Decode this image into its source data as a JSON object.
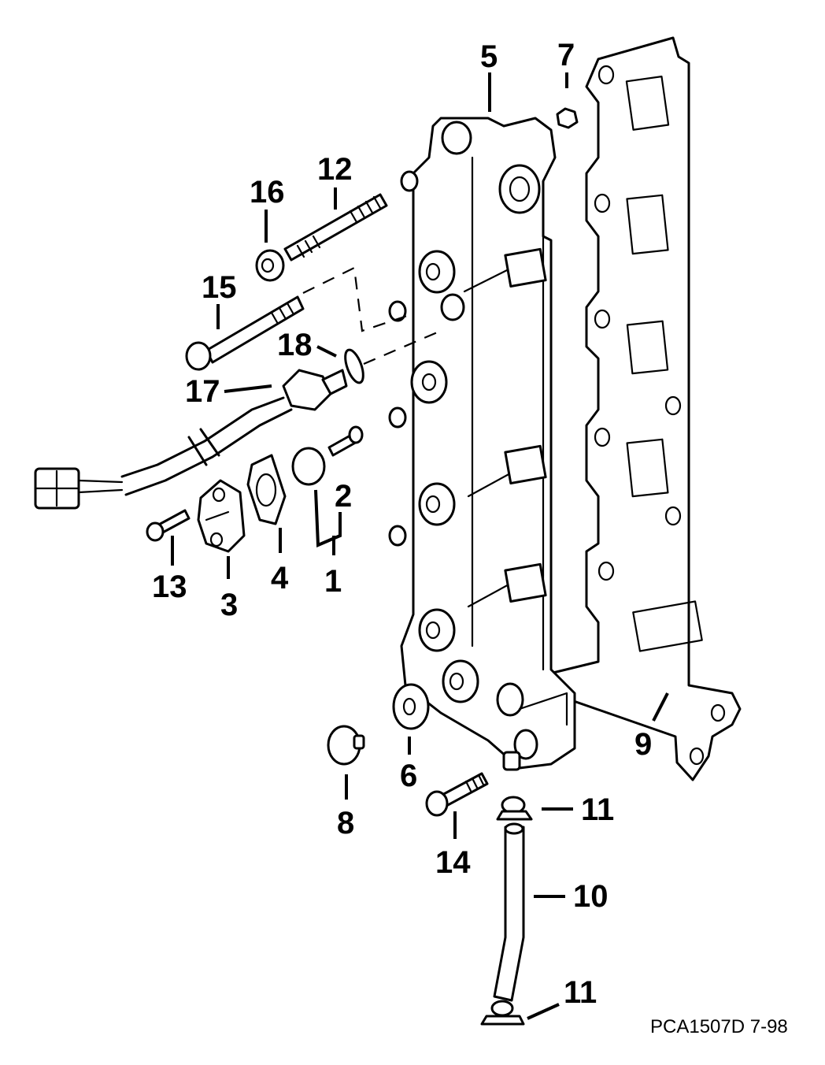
{
  "diagram": {
    "type": "exploded-parts-diagram",
    "subject": "exhaust cover / manifold assembly with sensor",
    "reference_code": "PCA1507D  7-98",
    "callouts": {
      "c1": "1",
      "c2": "2",
      "c3": "3",
      "c4": "4",
      "c5": "5",
      "c6": "6",
      "c7": "7",
      "c8": "8",
      "c9": "9",
      "c10": "10",
      "c11a": "11",
      "c11b": "11",
      "c12": "12",
      "c13": "13",
      "c14": "14",
      "c15": "15",
      "c16": "16",
      "c17": "17",
      "c18": "18"
    },
    "parts": [
      {
        "number": "1",
        "description": "grommet / bracket group (grouped with 2)"
      },
      {
        "number": "2",
        "description": "small bolt"
      },
      {
        "number": "3",
        "description": "cover plate"
      },
      {
        "number": "4",
        "description": "gasket"
      },
      {
        "number": "5",
        "description": "exhaust manifold cover"
      },
      {
        "number": "6",
        "description": "washer"
      },
      {
        "number": "7",
        "description": "nut"
      },
      {
        "number": "8",
        "description": "plug"
      },
      {
        "number": "9",
        "description": "gasket (large)"
      },
      {
        "number": "10",
        "description": "hose"
      },
      {
        "number": "11",
        "description": "hose clamp (qty 2)"
      },
      {
        "number": "12",
        "description": "stud"
      },
      {
        "number": "13",
        "description": "bolt"
      },
      {
        "number": "14",
        "description": "bolt"
      },
      {
        "number": "15",
        "description": "long bolt"
      },
      {
        "number": "16",
        "description": "nut"
      },
      {
        "number": "17",
        "description": "temperature sensor with wire harness"
      },
      {
        "number": "18",
        "description": "sealing washer"
      }
    ]
  }
}
